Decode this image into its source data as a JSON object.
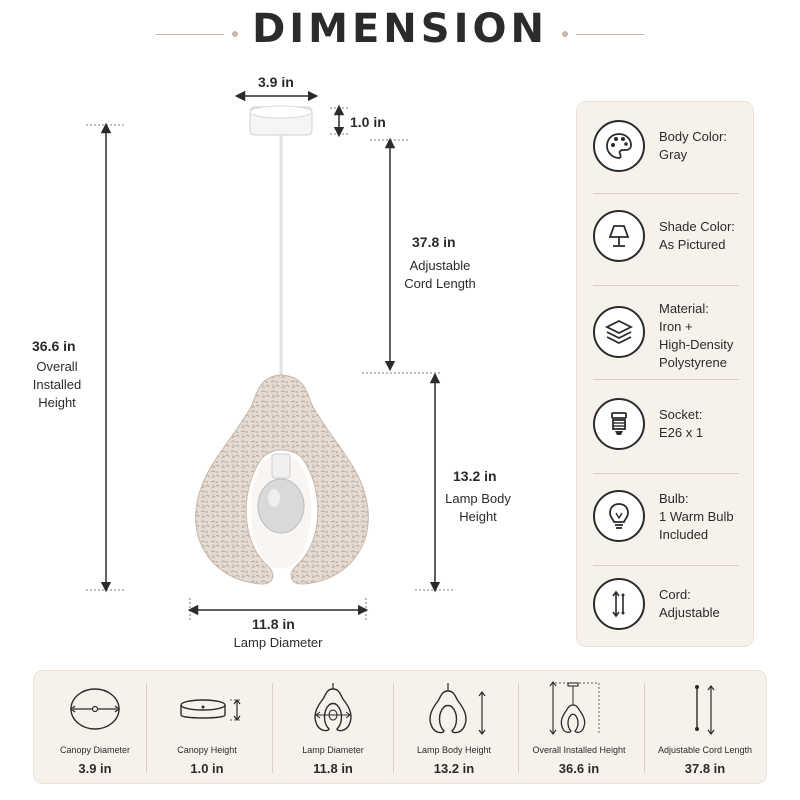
{
  "title": "DIMENSION",
  "accent_color": "#c9b7a9",
  "drawing": {
    "canopy_diameter": "3.9 in",
    "canopy_height": "1.0 in",
    "cord_length_value": "37.8 in",
    "cord_length_label_1": "Adjustable",
    "cord_length_label_2": "Cord Length",
    "overall_value": "36.6 in",
    "overall_label_1": "Overall",
    "overall_label_2": "Installed",
    "overall_label_3": "Height",
    "body_height_value": "13.2 in",
    "body_height_label_1": "Lamp Body",
    "body_height_label_2": "Height",
    "diameter_value": "11.8 in",
    "diameter_label": "Lamp Diameter"
  },
  "specs": [
    {
      "icon": "palette-icon",
      "line1": "Body Color:",
      "line2": "Gray",
      "line3": "",
      "line4": ""
    },
    {
      "icon": "table-lamp-icon",
      "line1": "Shade Color:",
      "line2": "As Pictured",
      "line3": "",
      "line4": ""
    },
    {
      "icon": "layers-icon",
      "line1": "Material:",
      "line2": "Iron +",
      "line3": "High-Density",
      "line4": "Polystyrene"
    },
    {
      "icon": "socket-icon",
      "line1": "Socket:",
      "line2": "E26 x 1",
      "line3": "",
      "line4": ""
    },
    {
      "icon": "bulb-icon",
      "line1": "Bulb:",
      "line2": "1 Warm Bulb",
      "line3": "Included",
      "line4": ""
    },
    {
      "icon": "cord-arrows-icon",
      "line1": "Cord:",
      "line2": "Adjustable",
      "line3": "",
      "line4": ""
    }
  ],
  "bottom": [
    {
      "icon": "canopy-top-icon",
      "label": "Canopy Diameter",
      "value": "3.9 in"
    },
    {
      "icon": "canopy-side-icon",
      "label": "Canopy Height",
      "value": "1.0 in"
    },
    {
      "icon": "lamp-diameter-icon",
      "label": "Lamp Diameter",
      "value": "11.8 in"
    },
    {
      "icon": "lamp-body-height-icon",
      "label": "Lamp Body Height",
      "value": "13.2 in"
    },
    {
      "icon": "overall-height-icon",
      "label": "Overall Installed Height",
      "value": "36.6 in"
    },
    {
      "icon": "cord-length-icon",
      "label": "Adjustable Cord Length",
      "value": "37.8 in"
    }
  ]
}
